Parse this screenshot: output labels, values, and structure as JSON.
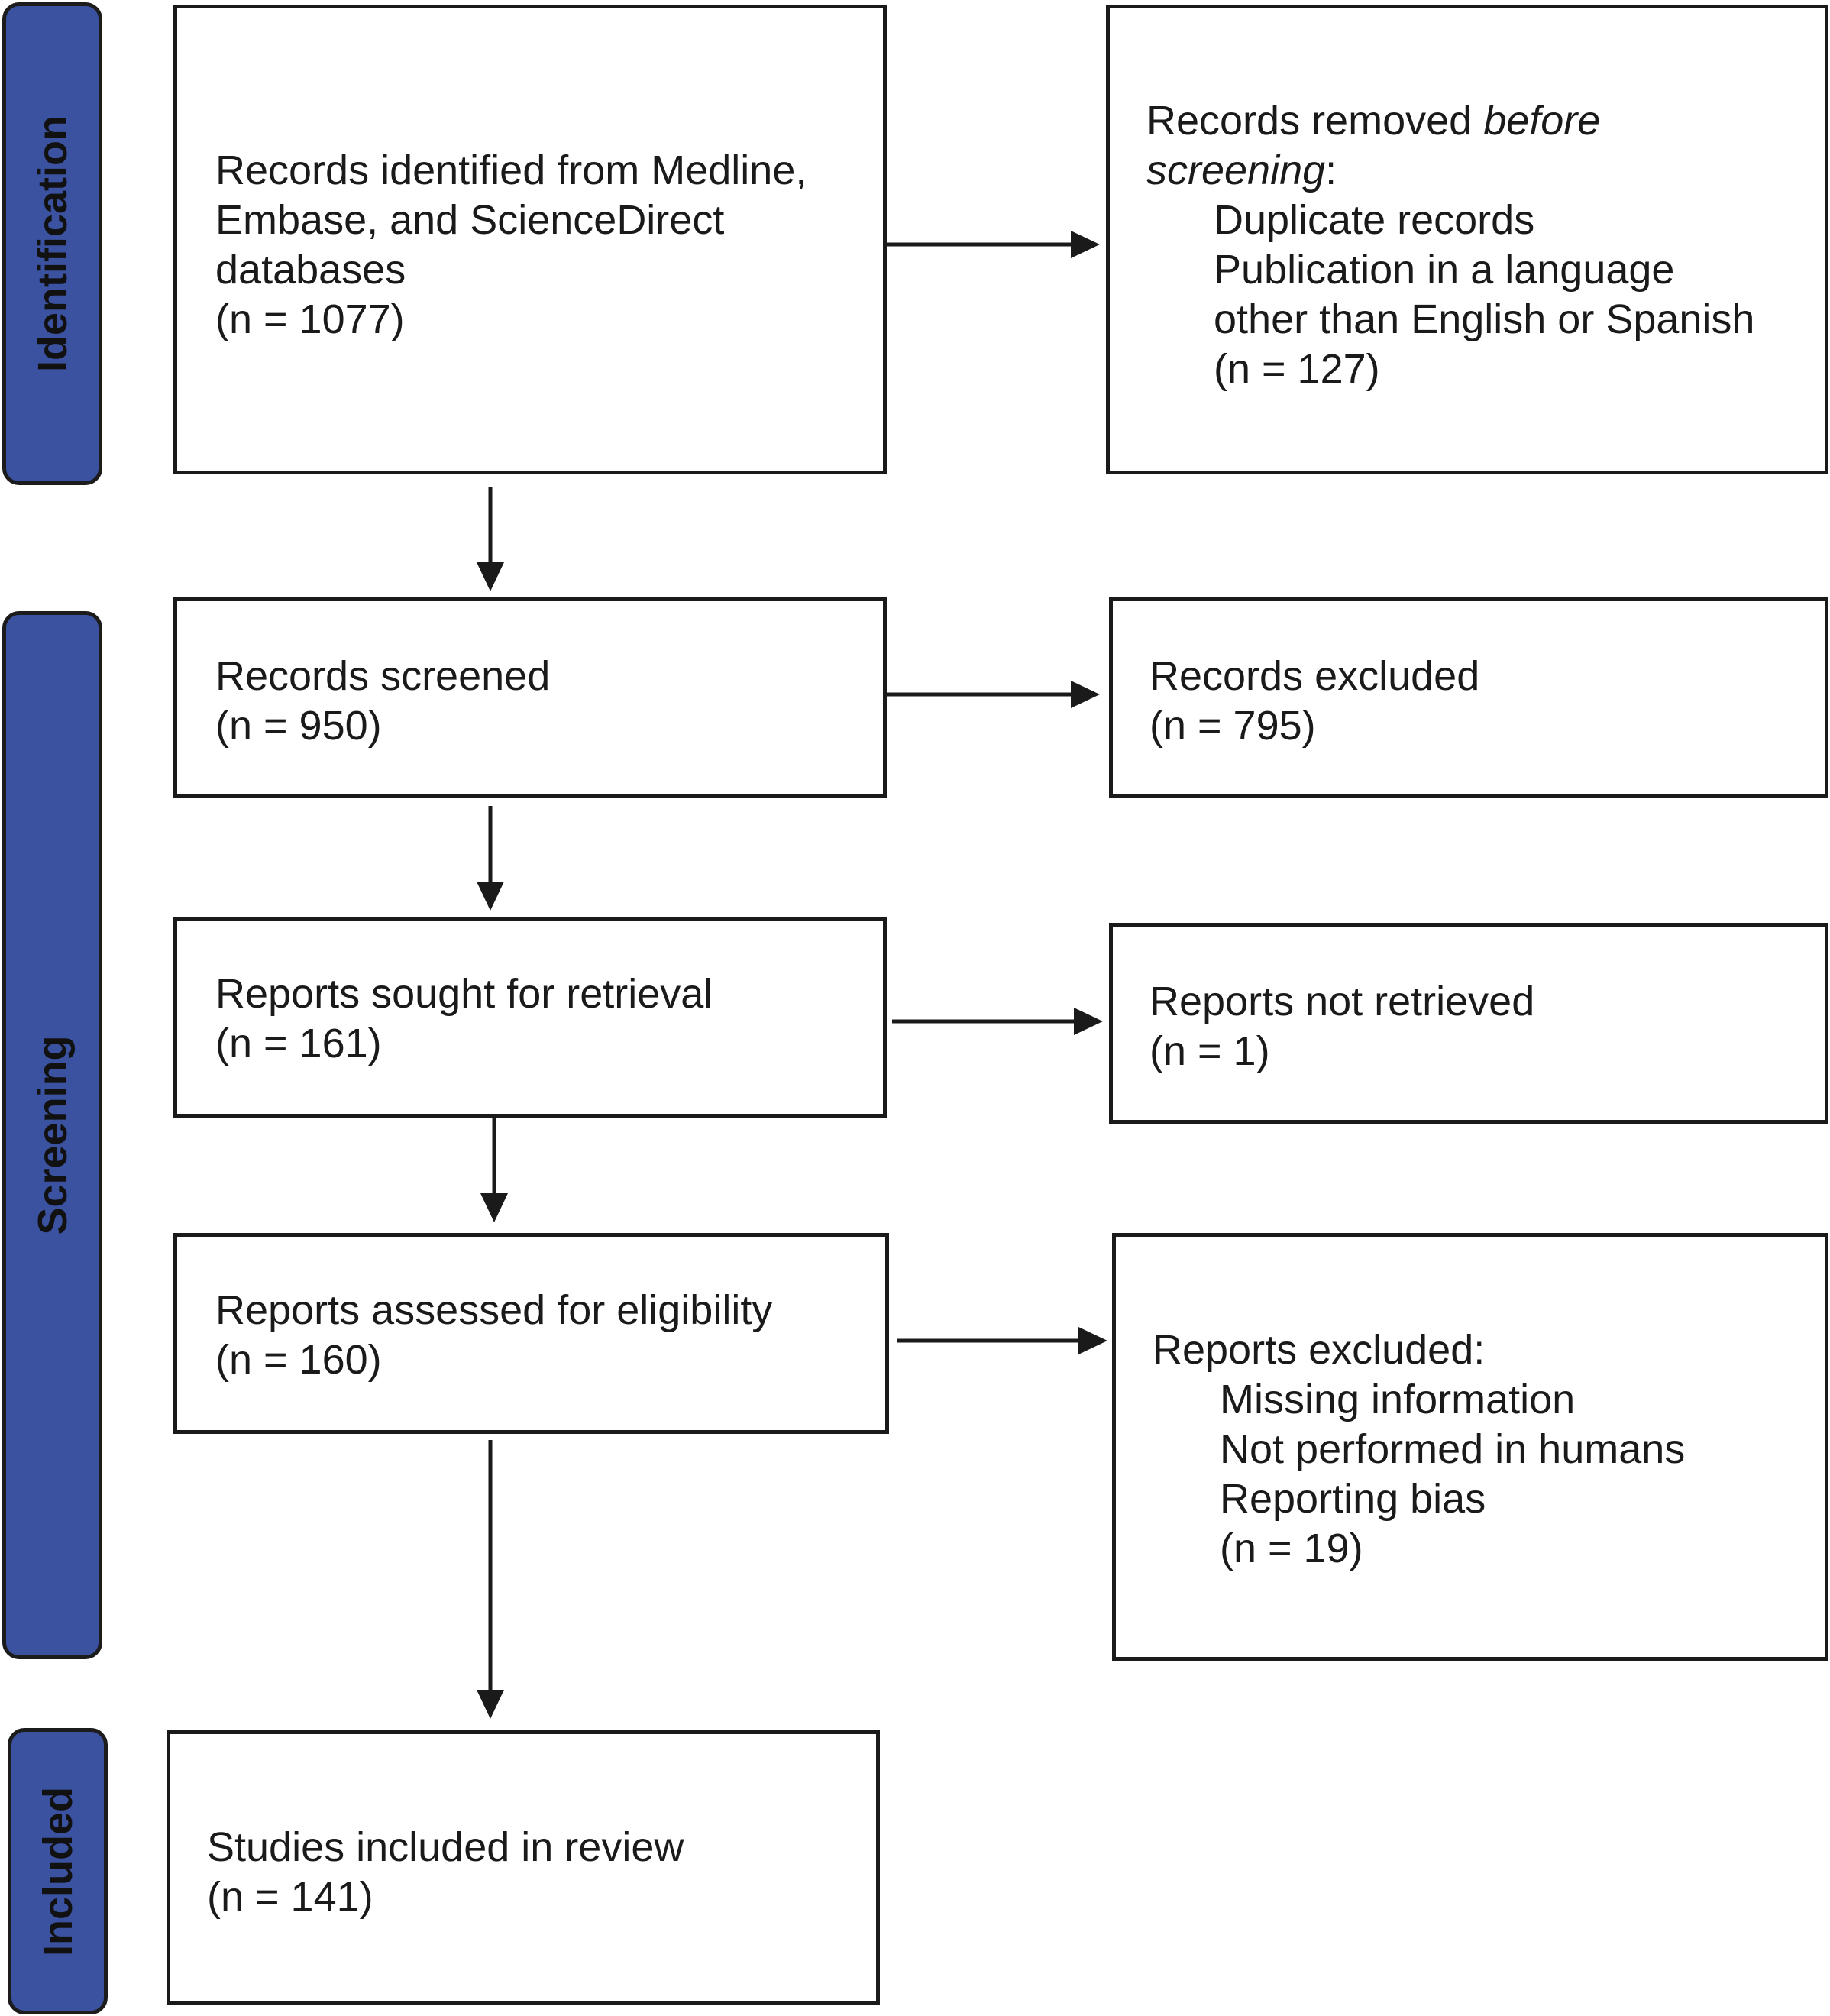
{
  "phases": {
    "identification": "Identification",
    "screening": "Screening",
    "included": "Included"
  },
  "boxes": {
    "identified": {
      "lines": [
        "Records identified from Medline,",
        "Embase, and ScienceDirect",
        "databases",
        "(n = 1077)"
      ]
    },
    "removed": {
      "heading_prefix": "Records removed ",
      "heading_italic": "before",
      "heading_italic2": "screening",
      "heading_suffix": ":",
      "items": [
        "Duplicate records",
        "Publication in a language",
        "other than English or Spanish"
      ],
      "count": "(n = 127)"
    },
    "screened": {
      "lines": [
        "Records screened",
        "(n = 950)"
      ]
    },
    "excluded": {
      "lines": [
        "Records excluded",
        "(n = 795)"
      ]
    },
    "sought": {
      "lines": [
        "Reports sought for retrieval",
        "(n = 161)"
      ]
    },
    "not_retrieved": {
      "lines": [
        "Reports not retrieved",
        "(n = 1)"
      ]
    },
    "assessed": {
      "lines": [
        "Reports assessed for eligibility",
        "(n = 160)"
      ]
    },
    "reports_excluded": {
      "heading": "Reports excluded:",
      "items": [
        "Missing information",
        "Not performed in humans",
        "Reporting bias"
      ],
      "count": "(n = 19)"
    },
    "included": {
      "lines": [
        "Studies included in review",
        "(n = 141)"
      ]
    }
  },
  "colors": {
    "phase_fill": "#3b52a0",
    "stroke": "#1a1a1a"
  }
}
